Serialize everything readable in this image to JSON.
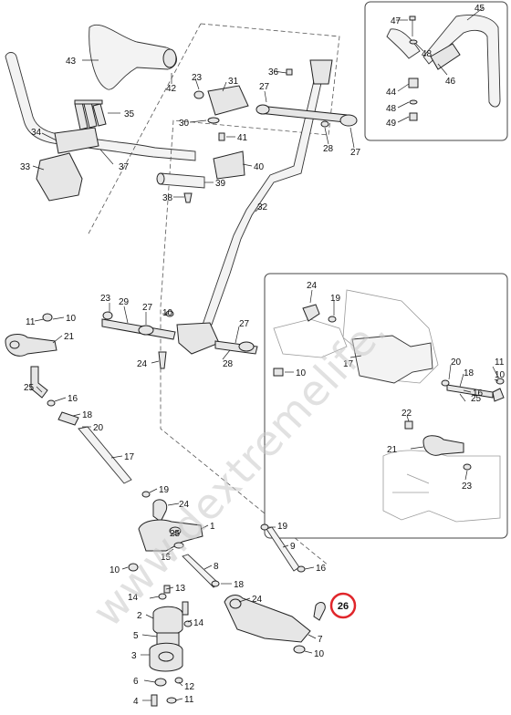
{
  "watermark": "www.dextremelife.",
  "callouts": {
    "c43": "43",
    "c42": "42",
    "c35": "35",
    "c34": "34",
    "c33": "33",
    "c37": "37",
    "c23a": "23",
    "c31": "31",
    "c27a": "27",
    "c30": "30",
    "c41": "41",
    "c40": "40",
    "c39": "39",
    "c38": "38",
    "c36": "36",
    "c28a": "28",
    "c27b": "27",
    "c32": "32",
    "c47": "47",
    "c45": "45",
    "c48a": "48",
    "c46": "46",
    "c44": "44",
    "c48b": "48",
    "c49": "49",
    "c11a": "11",
    "c10a": "10",
    "c21a": "21",
    "c25a": "25",
    "c16a": "16",
    "c18a": "18",
    "c20a": "20",
    "c17a": "17",
    "c23b": "23",
    "c29": "29",
    "c27c": "27",
    "c10b": "10",
    "c27d": "27",
    "c24a": "24",
    "c28b": "28",
    "c24b": "24",
    "c19a": "19",
    "c17b": "17",
    "c10c": "10",
    "c20b": "20",
    "c18b": "18",
    "c11b": "11",
    "c10d": "10",
    "c16b": "16",
    "c25b": "25",
    "c22": "22",
    "c21b": "21",
    "c23c": "23",
    "c19b": "19",
    "c24c": "24",
    "c25c": "25",
    "c1": "1",
    "c15": "15",
    "c10e": "10",
    "c19c": "19",
    "c9": "9",
    "c8": "8",
    "c18c": "18",
    "c16c": "16",
    "c13": "13",
    "c14a": "14",
    "c2": "2",
    "c14b": "14",
    "c24d": "24",
    "c5": "5",
    "c3": "3",
    "c6": "6",
    "c12": "12",
    "c4": "4",
    "c11c": "11",
    "c7": "7",
    "c10f": "10"
  },
  "highlight": {
    "label": "26",
    "color": "#e0262b"
  }
}
